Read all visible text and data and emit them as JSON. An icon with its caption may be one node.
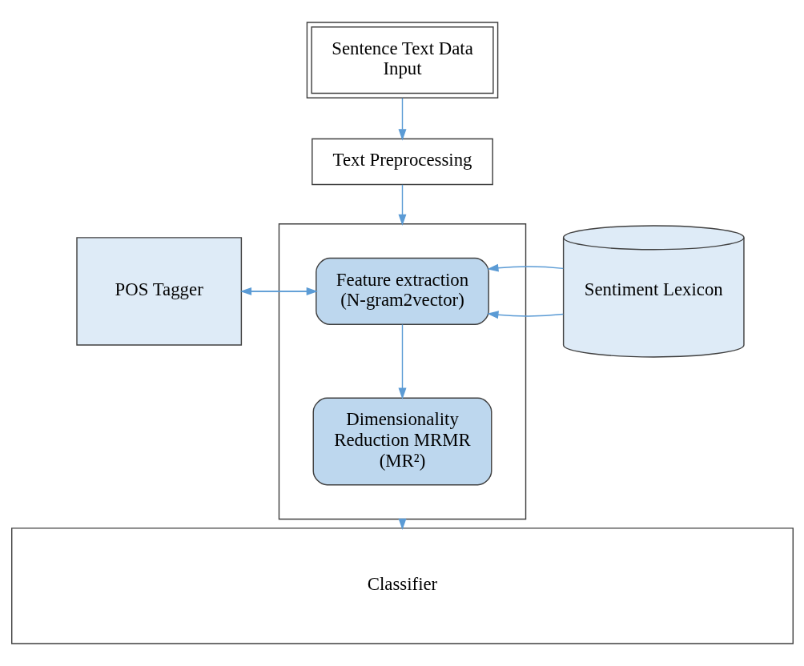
{
  "diagram": {
    "nodes": [
      {
        "text": [
          "Sentence Text Data Input"
        ]
      },
      {
        "text": [
          "Text Preprocessing"
        ]
      },
      {
        "text": [],
        "shape": "box"
      },
      {
        "text": [
          "Feature extraction (N-gram2vector)"
        ],
        "in": 2
      },
      {
        "text": [
          "Dimensionality Reduction MRMR (MR²)"
        ],
        "in": 2
      },
      {
        "text": [
          "POS Tagger"
        ]
      },
      {
        "text": [
          "Sentiment Lexicon"
        ]
      },
      {
        "text": [
          "Classifier"
        ]
      }
    ],
    "edges": [
      {
        "from": 0,
        "to": 1,
        "arrow": "to"
      },
      {
        "from": 1,
        "to": 2,
        "arrow": "to"
      },
      {
        "from": 3,
        "to": 5,
        "arrow": "to"
      },
      {
        "from": 5,
        "to": 3,
        "arrow": "to"
      },
      {
        "from": 6,
        "to": 3,
        "arrow": "to"
      },
      {
        "from": 6,
        "to": 3,
        "arrow": "to"
      },
      {
        "from": 3,
        "to": 4,
        "arrow": "to"
      },
      {
        "from": 2,
        "to": 7,
        "arrow": "to"
      }
    ]
  }
}
